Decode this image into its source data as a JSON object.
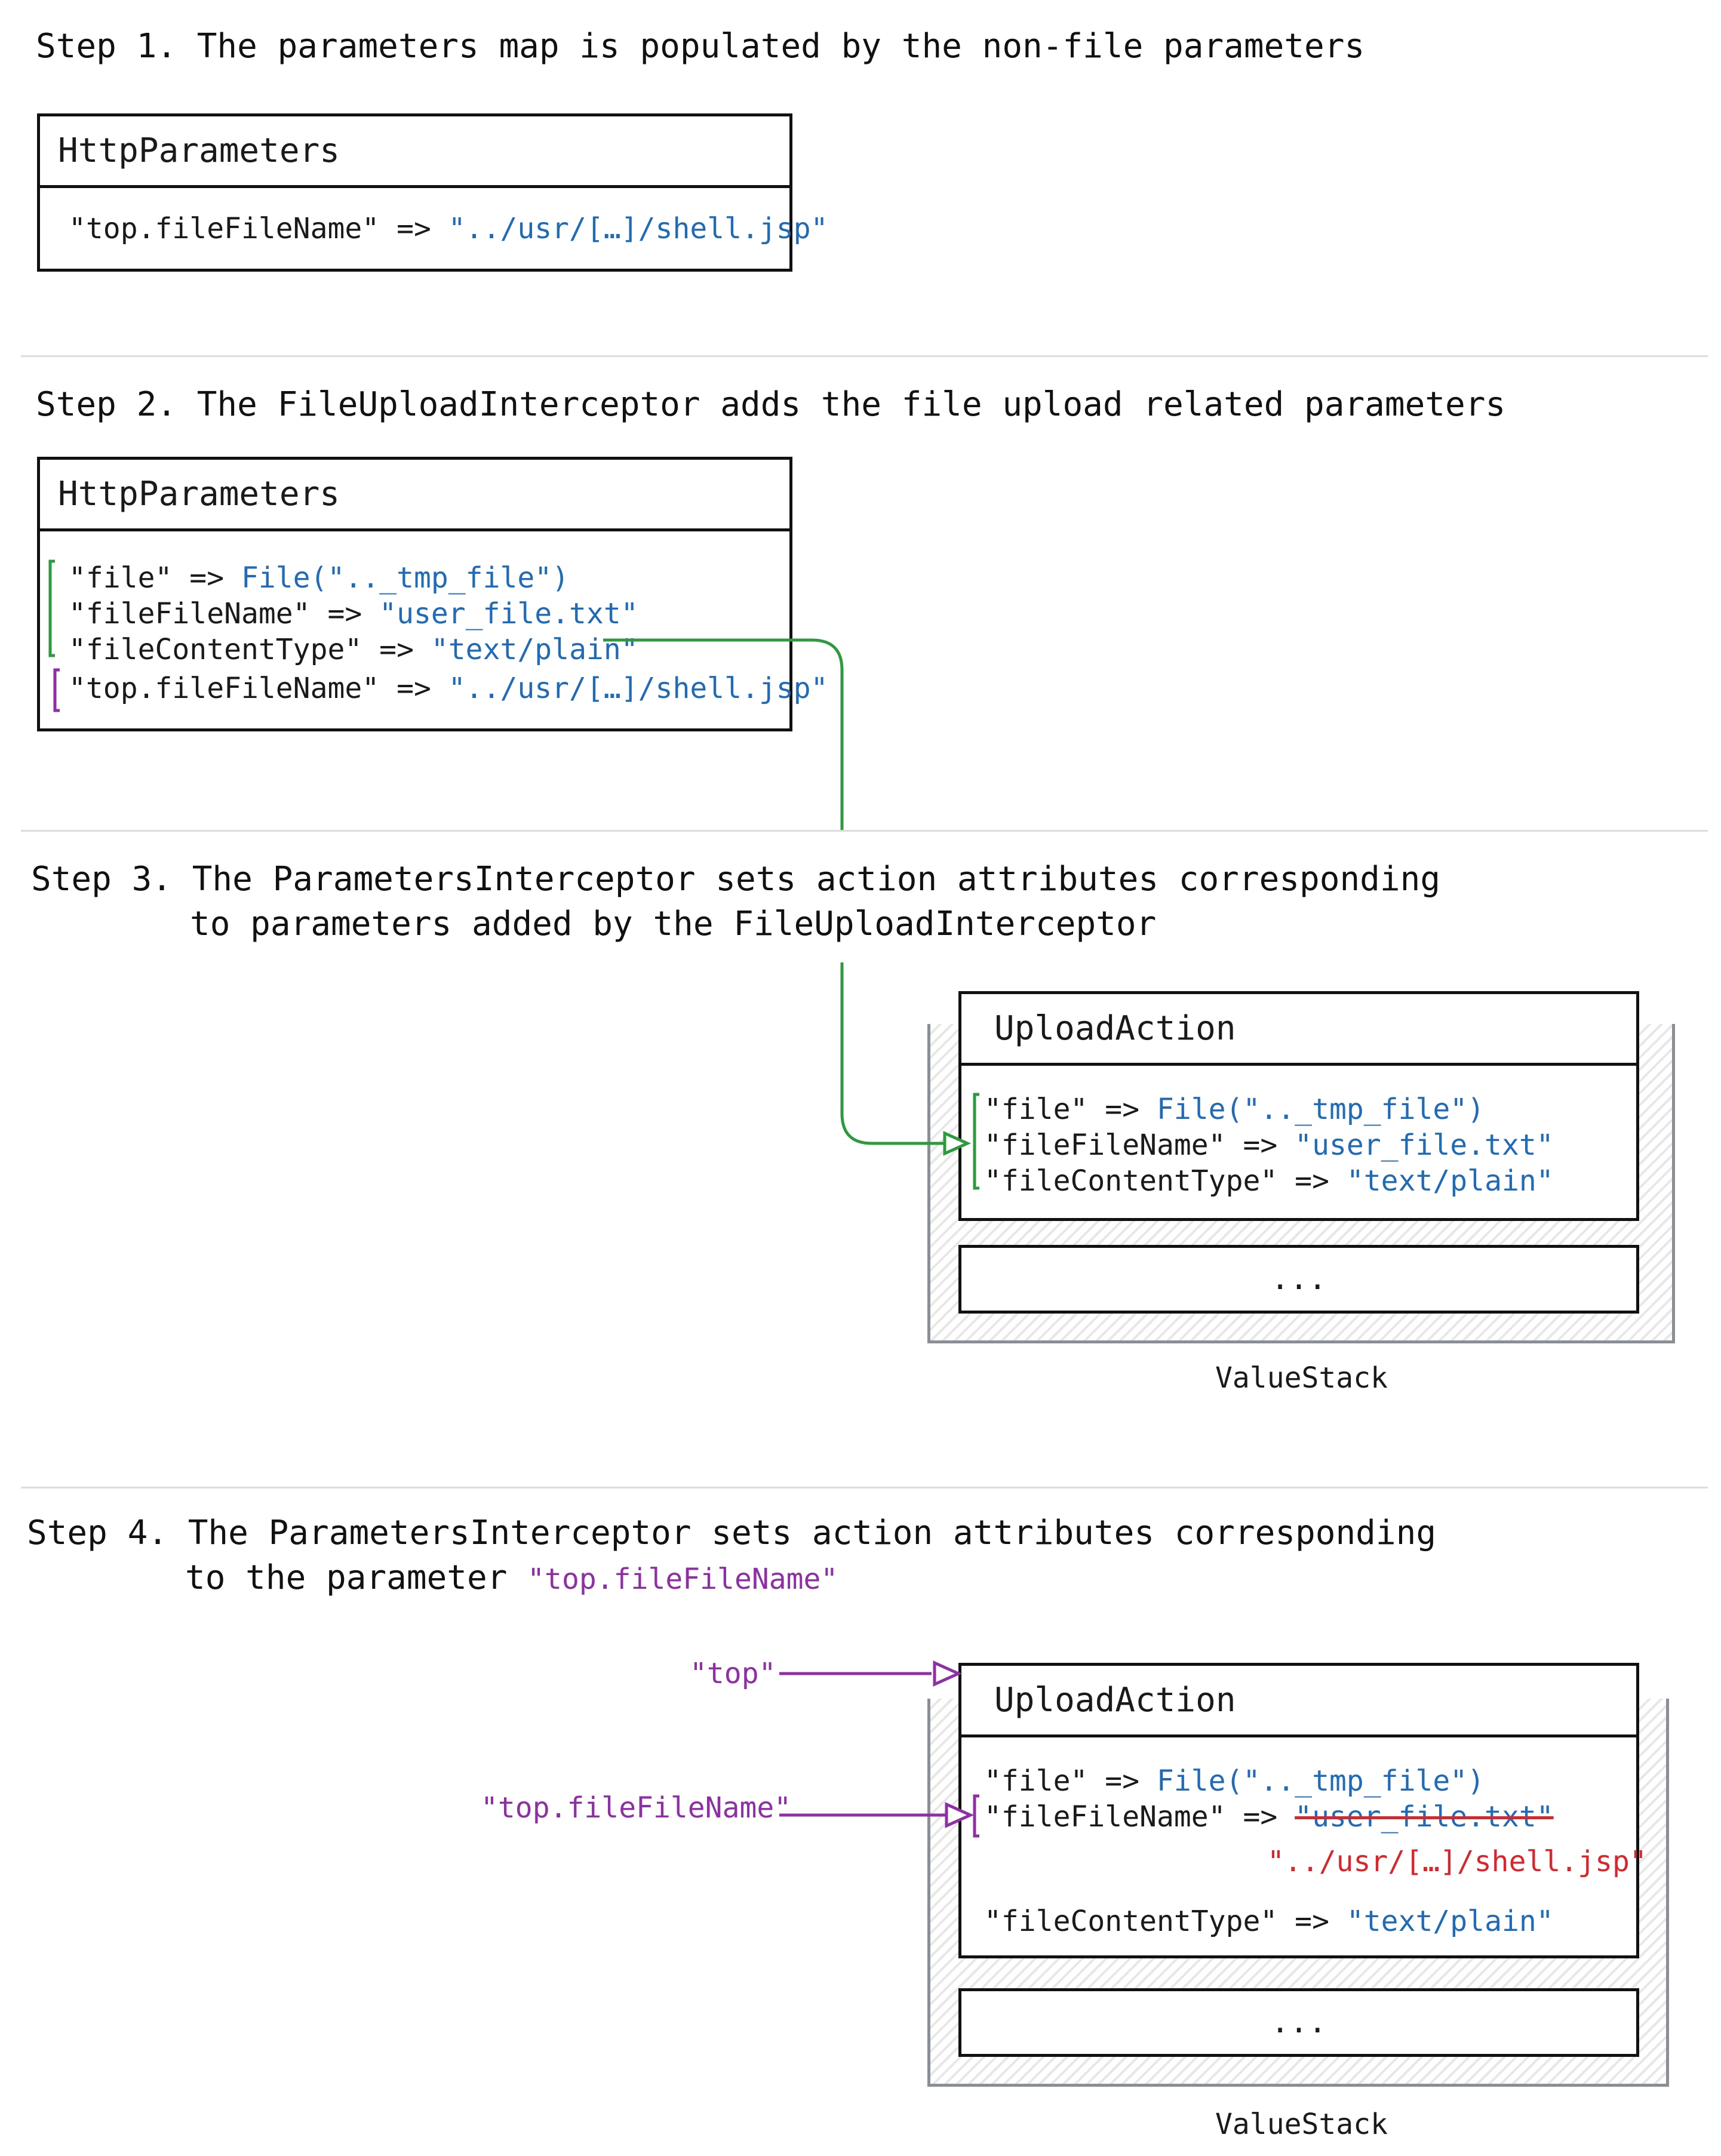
{
  "step1": {
    "heading": "Step 1. The parameters map is populated by the non-file parameters",
    "box_title": "HttpParameters",
    "rows": [
      {
        "key": "\"top.fileFileName\" => ",
        "value": "\"../usr/[…]/shell.jsp\""
      }
    ]
  },
  "step2": {
    "heading": "Step 2. The FileUploadInterceptor adds the file upload related parameters",
    "box_title": "HttpParameters",
    "rows": [
      {
        "key": "\"file\" => ",
        "value": "File(\".._tmp_file\")"
      },
      {
        "key": "\"fileFileName\" => ",
        "value": "\"user_file.txt\""
      },
      {
        "key": "\"fileContentType\" => ",
        "value": "\"text/plain\""
      },
      {
        "key": "\"top.fileFileName\" => ",
        "value": "\"../usr/[…]/shell.jsp\""
      }
    ]
  },
  "step3": {
    "heading_line1": "Step 3. The ParametersInterceptor sets action attributes corresponding",
    "heading_line2": "to parameters added by the FileUploadInterceptor",
    "box_title": "UploadAction",
    "rows": [
      {
        "key": "\"file\" => ",
        "value": "File(\".._tmp_file\")"
      },
      {
        "key": "\"fileFileName\" => ",
        "value": "\"user_file.txt\""
      },
      {
        "key": "\"fileContentType\" => ",
        "value": "\"text/plain\""
      }
    ],
    "ellipsis": "...",
    "stack_label": "ValueStack"
  },
  "step4": {
    "heading_line1": "Step 4. The ParametersInterceptor sets action attributes corresponding",
    "heading_line2_text": "to the parameter ",
    "heading_line2_param": "\"top.fileFileName\"",
    "box_title": "UploadAction",
    "rows": [
      {
        "key": "\"file\" => ",
        "value": "File(\".._tmp_file\")"
      },
      {
        "key": "\"fileFileName\" => ",
        "value": "\"user_file.txt\""
      },
      {
        "key": "\"fileContentType\" => ",
        "value": "\"text/plain\""
      }
    ],
    "new_value": "\"../usr/[…]/shell.jsp\"",
    "pointer_top": "\"top\"",
    "pointer_param": "\"top.fileFileName\"",
    "ellipsis": "...",
    "stack_label": "ValueStack"
  },
  "colors": {
    "key": "#1a1a1a",
    "value": "#1f6bb8",
    "green_bracket": "#2e9a3e",
    "purple": "#8e2fa6",
    "red": "#d9262c",
    "stack_wall": "#8a8f96"
  }
}
